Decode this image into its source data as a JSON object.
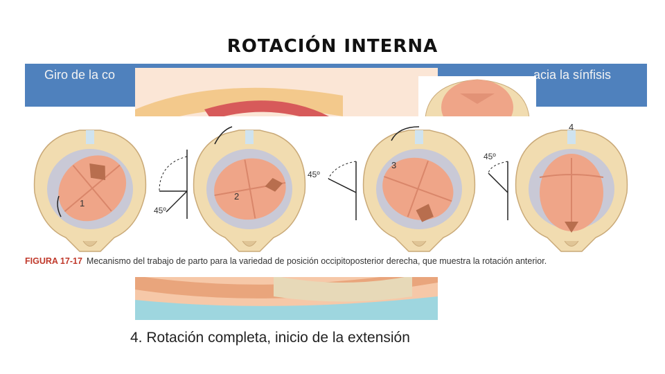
{
  "slide": {
    "title": "ROTACIÓN INTERNA",
    "banner_left": "Giro de la co",
    "banner_right": "acia la sínfisis"
  },
  "figure": {
    "steps": [
      {
        "number": "1",
        "angle": "45º"
      },
      {
        "number": "2",
        "angle": "45º"
      },
      {
        "number": "3",
        "angle": "45º"
      },
      {
        "number": "4"
      }
    ],
    "caption_label": "FIGURA 17-17",
    "caption_text": "Mecanismo del trabajo de parto para la variedad de posición occipitoposterior derecha, que muestra la rotación anterior."
  },
  "back_image": {
    "caption": "4. Rotación completa, inicio de la extensión"
  },
  "colors": {
    "banner": "#4f81bd",
    "bone": "#f1dcb0",
    "bone_stroke": "#c9a978",
    "head": "#efa588",
    "head_shadow": "#d9866a",
    "caption_label": "#c0392b"
  }
}
